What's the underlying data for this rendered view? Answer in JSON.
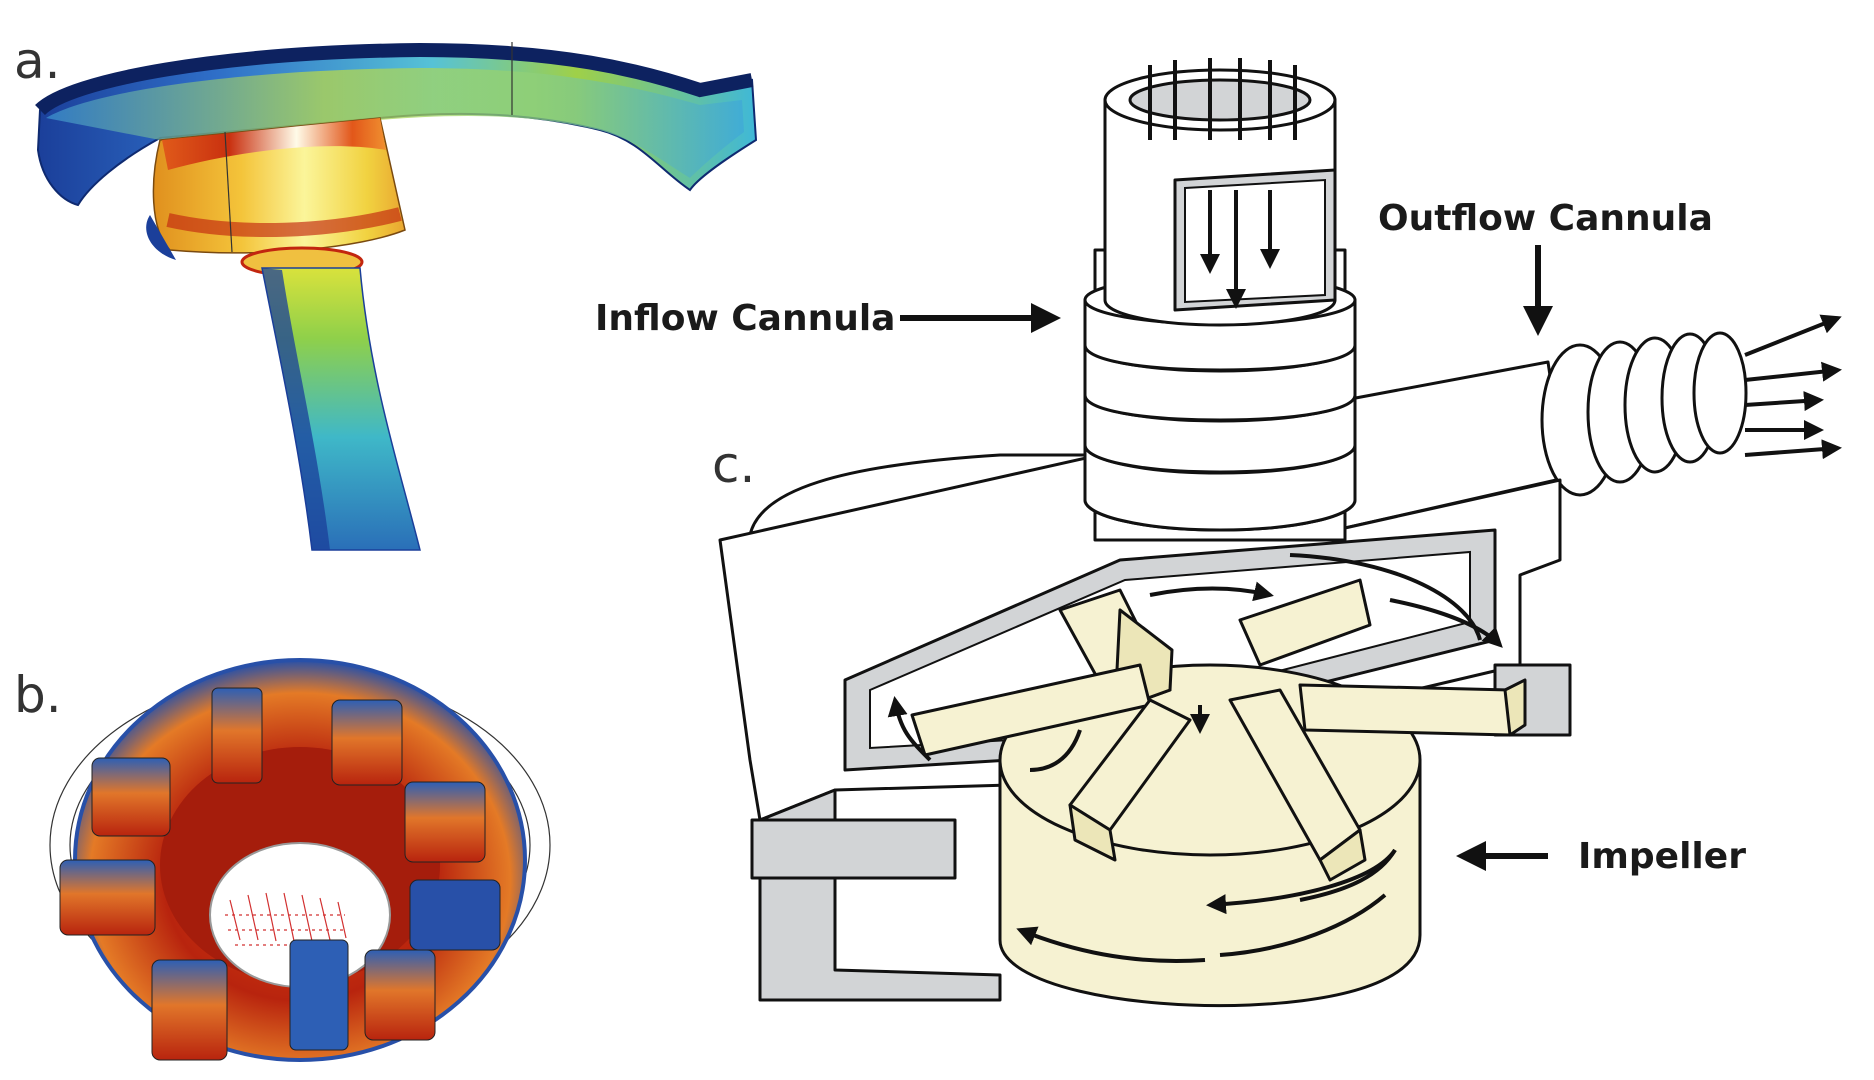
{
  "panels": {
    "a": {
      "letter": "a."
    },
    "b": {
      "letter": "b."
    },
    "c": {
      "letter": "c."
    }
  },
  "labels": {
    "inflow": "Inflow Cannula",
    "outflow": "Outflow Cannula",
    "impeller": "Impeller"
  },
  "colors": {
    "heat_low": "#1b3f9a",
    "heat_mid": "#3fb8d8",
    "heat_green": "#9fd048",
    "heat_yellow": "#f4e24a",
    "heat_orange": "#ee7a1d",
    "heat_high": "#c2260f",
    "impeller_fill": "#f6f2d2",
    "housing_gray": "#d2d4d6",
    "outline": "#111111"
  },
  "icons": [
    "arrow-right-icon",
    "arrow-down-icon",
    "arrow-left-icon",
    "flow-arrow-icon"
  ]
}
